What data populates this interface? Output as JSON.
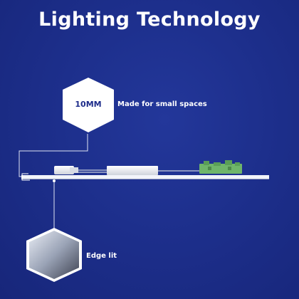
{
  "header": {
    "title": "Lighting Technology"
  },
  "callout_top": {
    "badge_text": "10MM",
    "caption": "Made for small spaces"
  },
  "callout_bottom": {
    "caption": "Edge lit"
  },
  "colors": {
    "background": "#1d2f8c",
    "panel": "#ffffff",
    "driver_board": "#6fb56a",
    "badge_text": "#1d2c8a"
  }
}
